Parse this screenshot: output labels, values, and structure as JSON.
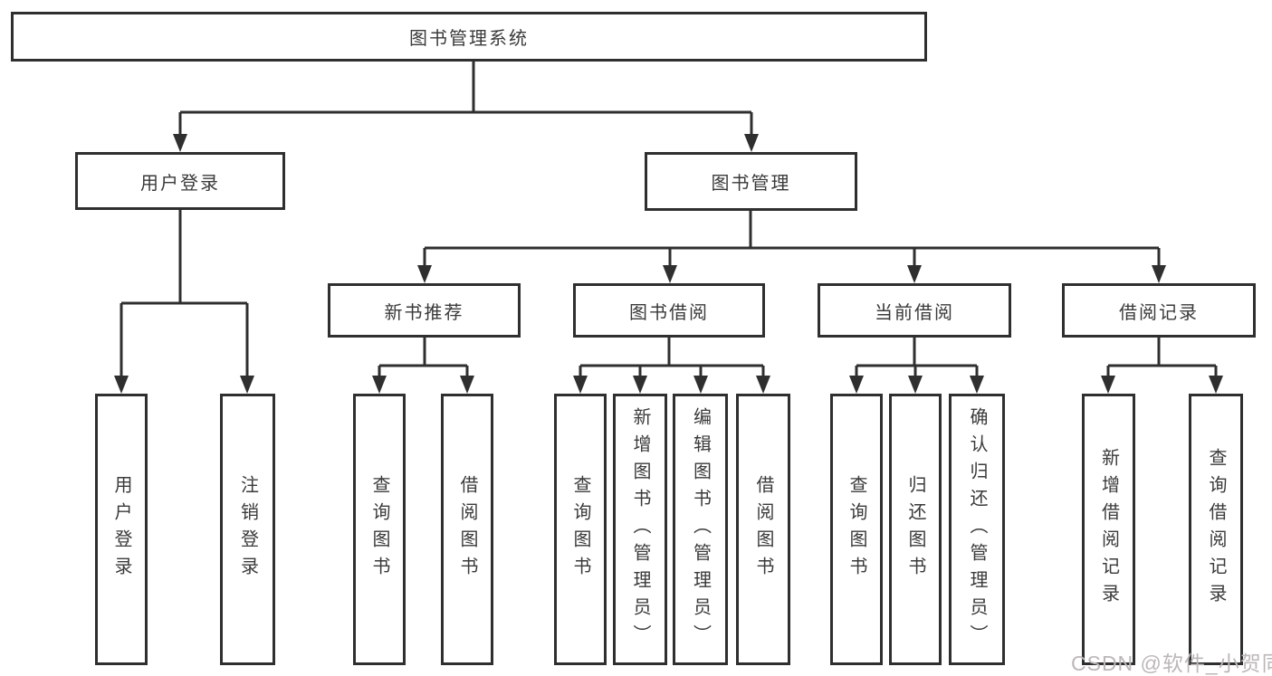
{
  "tree": {
    "label": "图书管理系统",
    "children": [
      {
        "label": "用户登录",
        "children": [
          {
            "label": "用户登录"
          },
          {
            "label": "注销登录"
          }
        ]
      },
      {
        "label": "图书管理",
        "children": [
          {
            "label": "新书推荐",
            "children": [
              {
                "label": "查询图书"
              },
              {
                "label": "借阅图书"
              }
            ]
          },
          {
            "label": "图书借阅",
            "children": [
              {
                "label": "查询图书"
              },
              {
                "label": "新增图书（管理员）"
              },
              {
                "label": "编辑图书（管理员）"
              },
              {
                "label": "借阅图书"
              }
            ]
          },
          {
            "label": "当前借阅",
            "children": [
              {
                "label": "查询图书"
              },
              {
                "label": "归还图书"
              },
              {
                "label": "确认归还（管理员）"
              }
            ]
          },
          {
            "label": "借阅记录",
            "children": [
              {
                "label": "新增借阅记录"
              },
              {
                "label": "查询借阅记录"
              }
            ]
          }
        ]
      }
    ]
  },
  "watermark": "CSDN @软件_小贺同学",
  "colors": {
    "line": "#2f2f2f",
    "text": "#3a3a3a",
    "watermark": "#bdb7b7"
  }
}
